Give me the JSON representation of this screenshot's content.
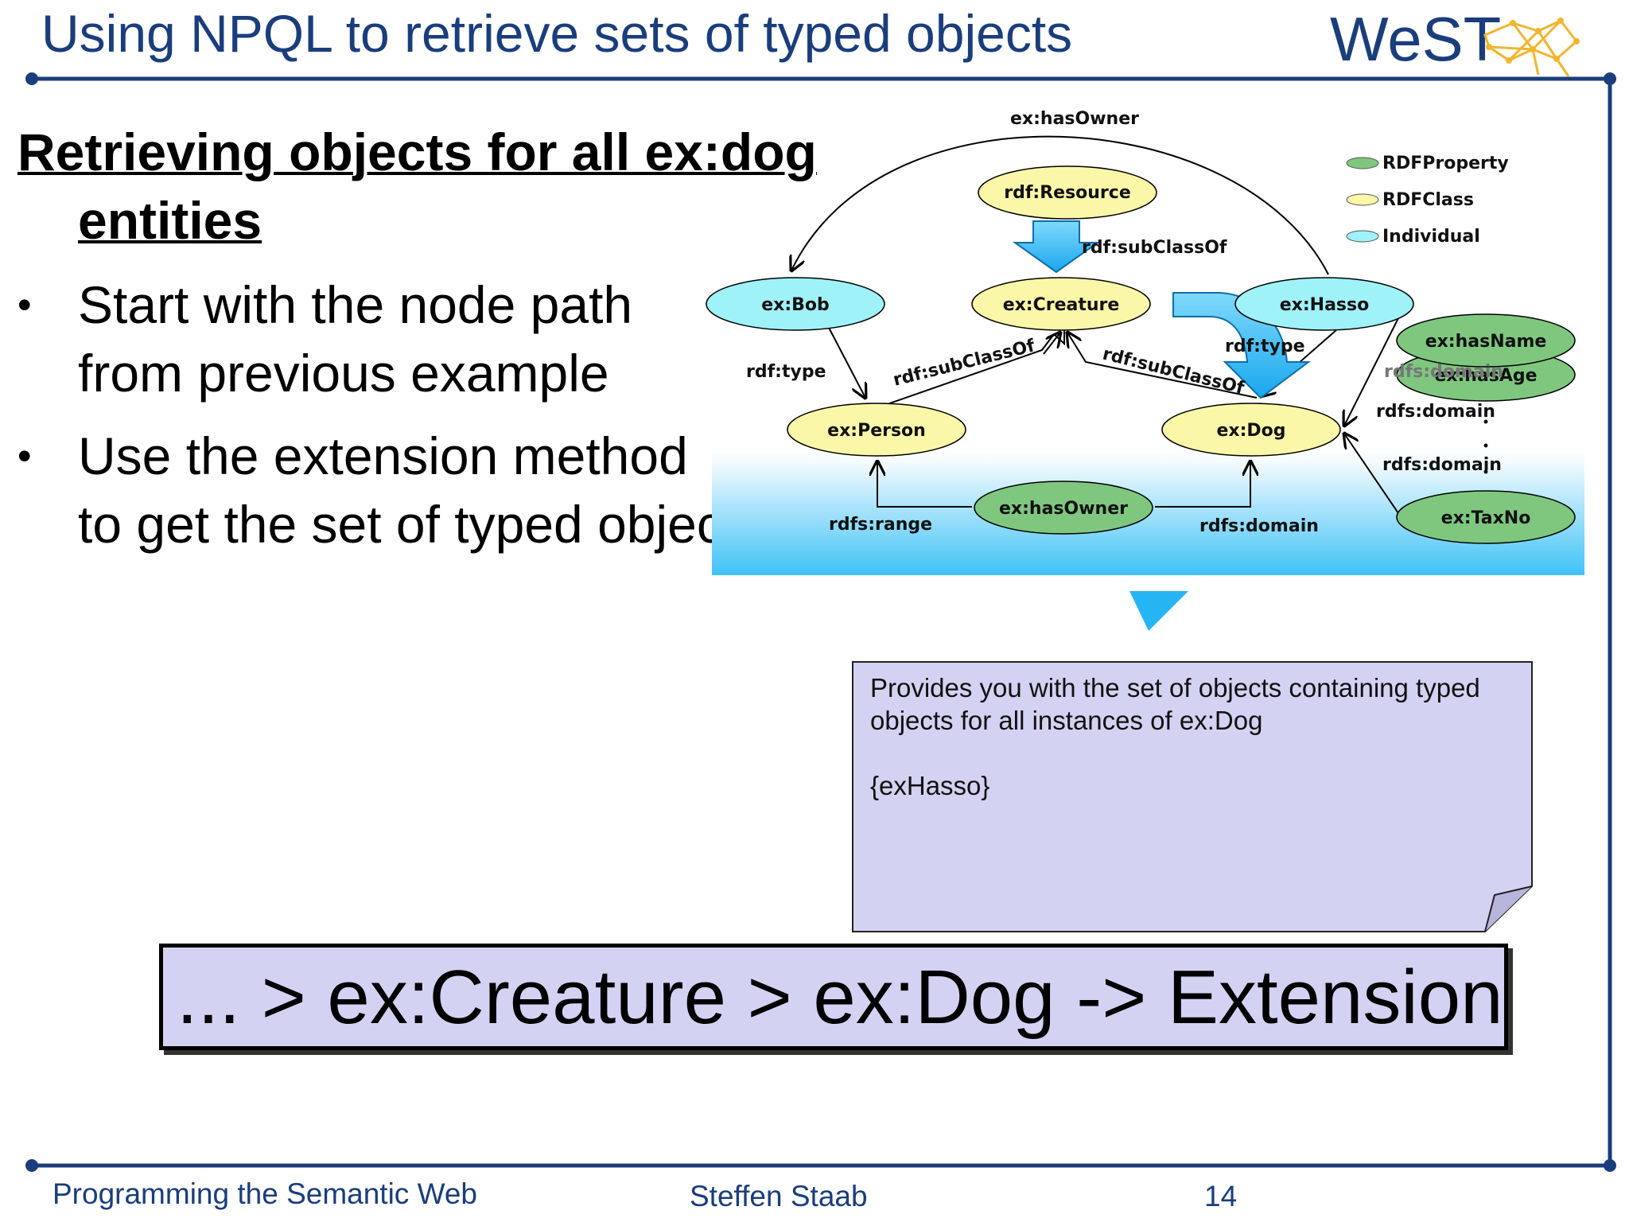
{
  "slide": {
    "title": "Using NPQL to retrieve sets of typed objects",
    "logo_text": "WeST",
    "heading_line1": "Retrieving objects for all ex:dog",
    "heading_line2": "entities",
    "bullets": [
      {
        "line1": "Start with the node path",
        "line2": "from previous example"
      },
      {
        "line1": "Use the extension method",
        "line2": "to get the set of typed objects"
      }
    ]
  },
  "diagram": {
    "legend": [
      {
        "label": "RDFProperty",
        "color": "#7fc77f"
      },
      {
        "label": "RDFClass",
        "color": "#fbf7a8"
      },
      {
        "label": "Individual",
        "color": "#9ff2f7"
      }
    ],
    "nodes": {
      "resource": "rdf:Resource",
      "creature": "ex:Creature",
      "bob": "ex:Bob",
      "hasso": "ex:Hasso",
      "person": "ex:Person",
      "dog": "ex:Dog",
      "hasOwner": "ex:hasOwner",
      "hasName": "ex:hasName",
      "hasAge": "ex:hasAge",
      "taxNo": "ex:TaxNo"
    },
    "edges": {
      "top_arc": "ex:hasOwner",
      "resource_creature": "rdf:subClassOf",
      "bob_person": "rdf:type",
      "person_creature": "rdf:subClassOf",
      "dog_creature": "rdf:subClassOf",
      "hasso_dog": "rdf:type",
      "hasOwner_person": "rdfs:range",
      "hasOwner_dog": "rdfs:domain",
      "hasName_dog": "rdfs:domain",
      "hasAge_dog": "rdfs:domain",
      "taxNo_dog": "rdfs:domain"
    },
    "colors": {
      "property": "#7fc77f",
      "class": "#fbf7a8",
      "individual": "#9ff2f7",
      "highlight_arrow": "#1aa7ee"
    }
  },
  "note": {
    "line1": "Provides you with the set of objects containing typed",
    "line2": "objects for all instances of ex:Dog",
    "result": "{exHasso}"
  },
  "path_expression": "... > ex:Creature > ex:Dog -> Extension",
  "footer": {
    "left": "Programming the Semantic Web",
    "center": "Steffen Staab",
    "page": "14"
  }
}
